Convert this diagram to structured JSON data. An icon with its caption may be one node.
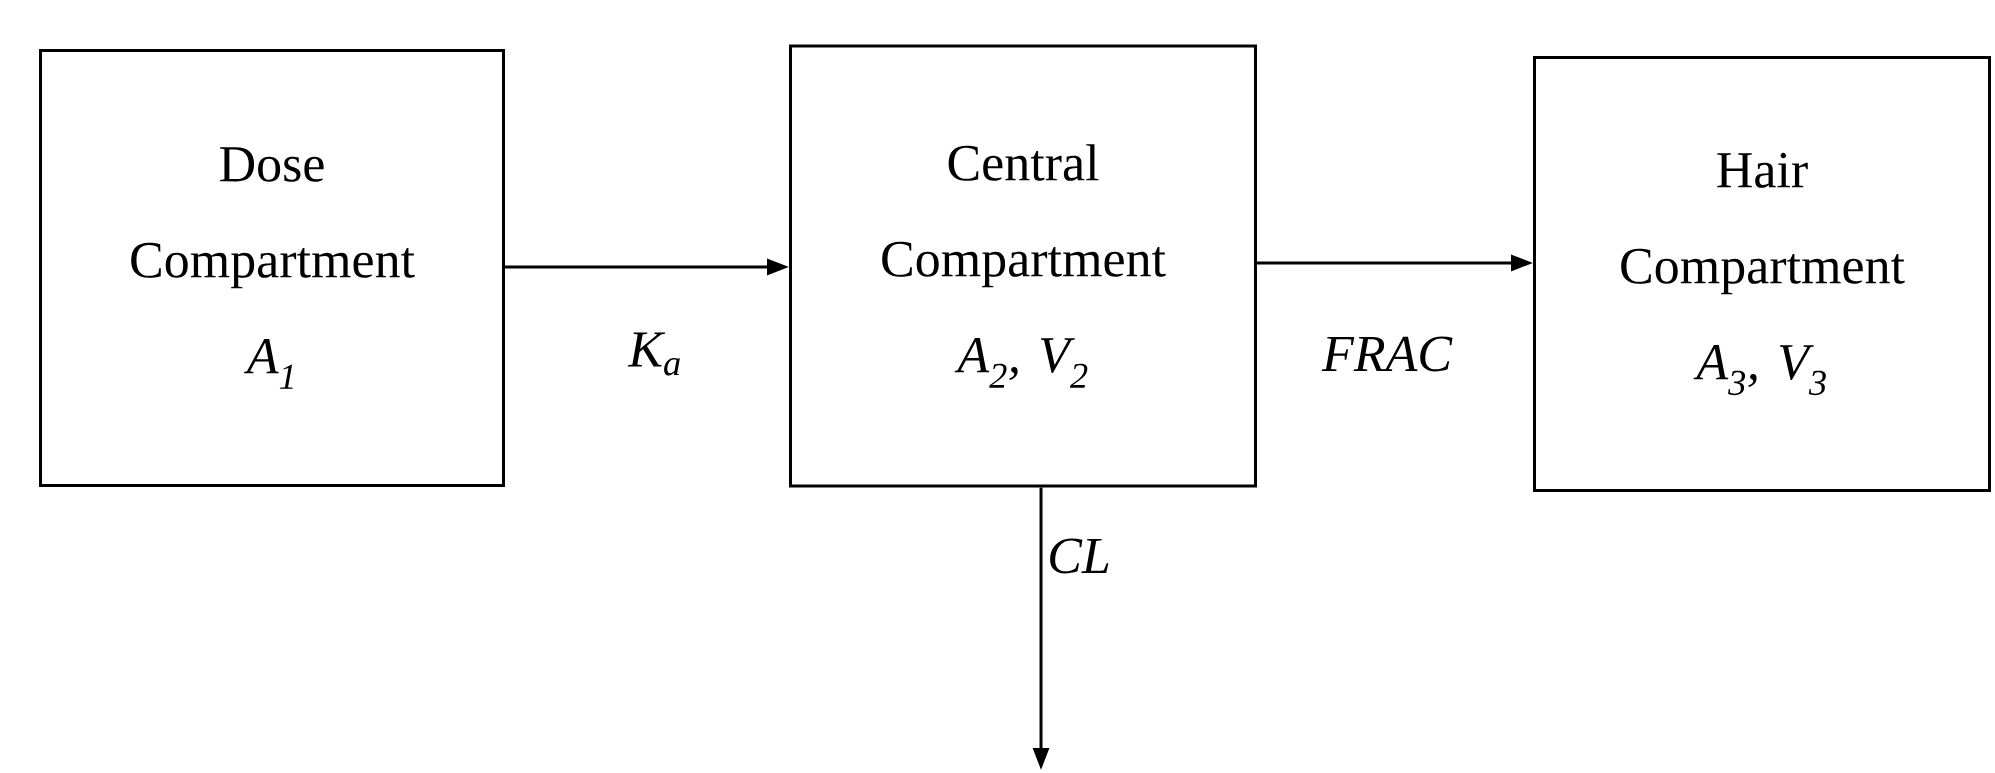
{
  "diagram": {
    "nodes": [
      {
        "text": [
          "Dose Compartment",
          "A$_{1}$"
        ]
      },
      {
        "text": [
          "Central Compartment",
          "A$_{2}$, V$_{2}$"
        ]
      },
      {
        "text": [
          "Hair Compartment",
          "A$_{3}$, V$_{3}$"
        ]
      }
    ],
    "edges": [
      {
        "from": 0,
        "to": 1,
        "arrow": "to",
        "label": "K$_{a}$"
      },
      {
        "from": 1,
        "to": 2,
        "arrow": "to",
        "label": "FRAC"
      },
      {
        "from": 1,
        "to": null,
        "arrow": "to",
        "label": "CL"
      }
    ]
  }
}
